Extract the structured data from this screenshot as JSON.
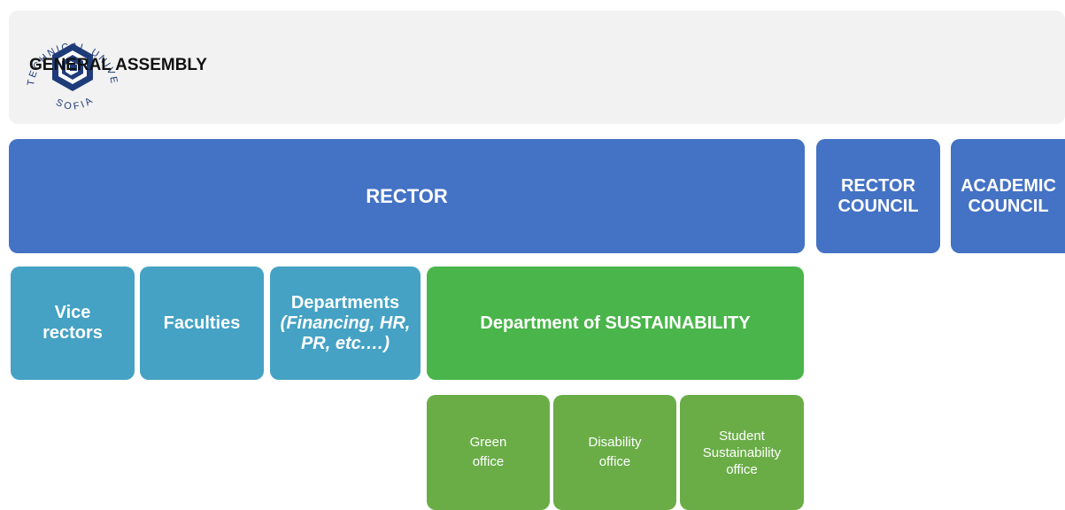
{
  "logo": {
    "ring_text": "TECHNICAL UNIVERSITY",
    "bottom_text": "SOFIA",
    "color": "#1f3c7a"
  },
  "assembly": {
    "title": "GENERAL ASSEMBLY"
  },
  "rector": {
    "label": "RECTOR"
  },
  "rector_council": {
    "line1": "RECTOR",
    "line2": "COUNCIL"
  },
  "academic_council": {
    "line1": "ACADEMIC",
    "line2": "COUNCIL"
  },
  "vice_rectors": {
    "line1": "Vice",
    "line2": "rectors"
  },
  "faculties": {
    "label": "Faculties"
  },
  "departments": {
    "line1": "Departments",
    "line2": "(Financing, HR,",
    "line3": "PR, etc.…)"
  },
  "sustainability": {
    "label": "Department of SUSTAINABILITY"
  },
  "offices": {
    "green": {
      "line1": "Green",
      "line2": "office"
    },
    "disability": {
      "line1": "Disability",
      "line2": "office"
    },
    "student": {
      "line1": "Student",
      "line2": "Sustainability",
      "line3": "office"
    }
  },
  "colors": {
    "rector_blue": "#4472c4",
    "teal": "#45a2c4",
    "sustainability_green": "#4ab54a",
    "office_green": "#6aad47",
    "assembly_bg": "#f2f2f2"
  }
}
